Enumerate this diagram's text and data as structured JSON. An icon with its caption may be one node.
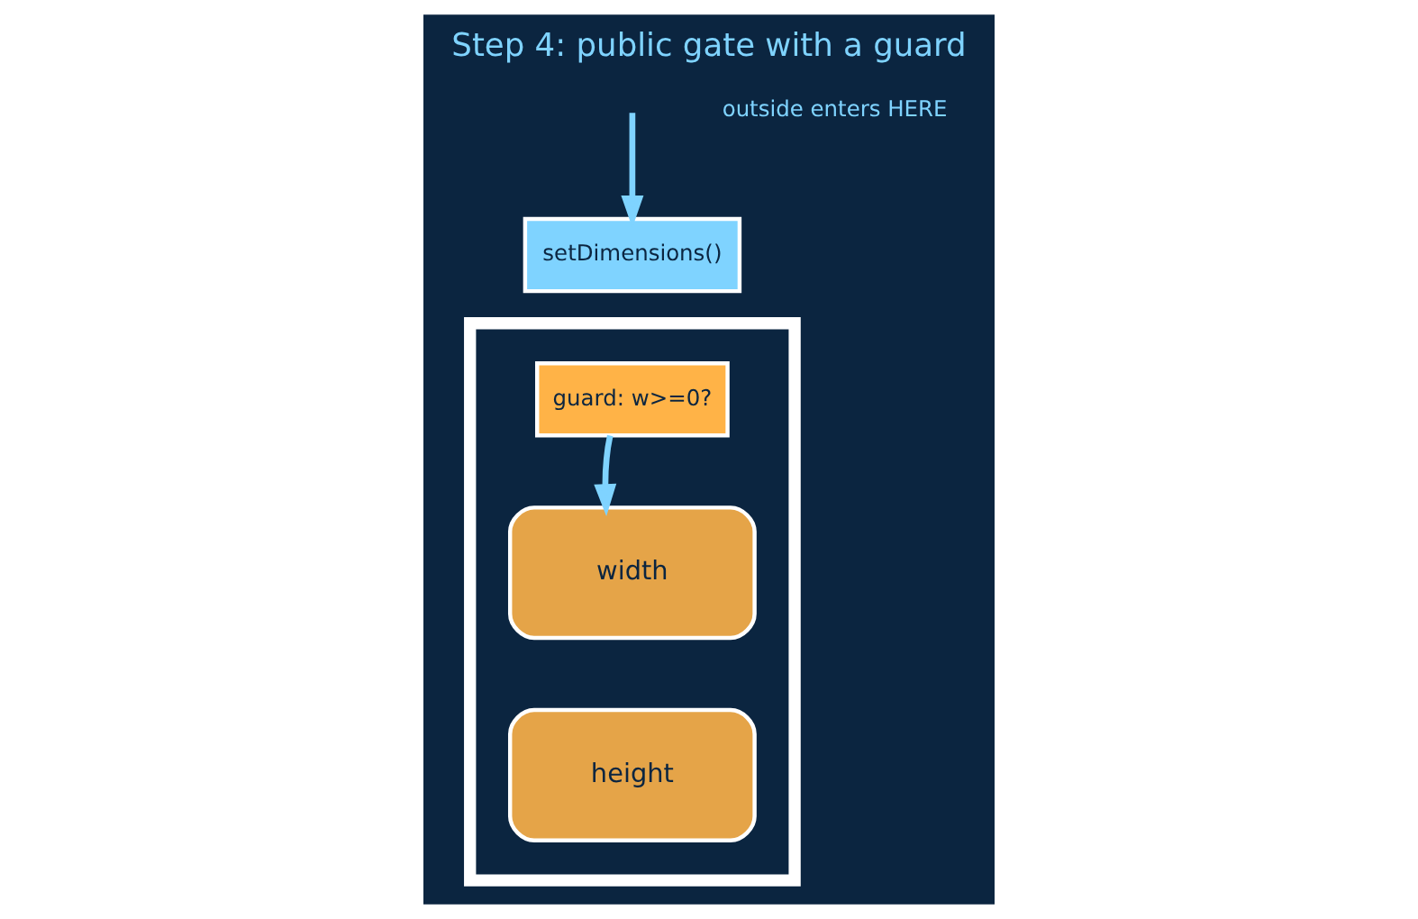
{
  "diagram": {
    "title": "Step 4: public gate with a guard",
    "nodes": [
      {
        "text": [
          "setDimensions()"
        ]
      },
      {
        "text": [],
        "shape": "box"
      },
      {
        "text": [
          "guard: w>=0?"
        ],
        "in": 1
      },
      {
        "text": [
          "width"
        ],
        "in": 1
      },
      {
        "text": [
          "height"
        ],
        "in": 1
      }
    ],
    "edges": [
      {
        "from": null,
        "to": 0,
        "arrow": "to"
      },
      {
        "from": 2,
        "to": 3,
        "arrow": "to"
      }
    ],
    "labels": [
      "outside enters HERE"
    ]
  }
}
